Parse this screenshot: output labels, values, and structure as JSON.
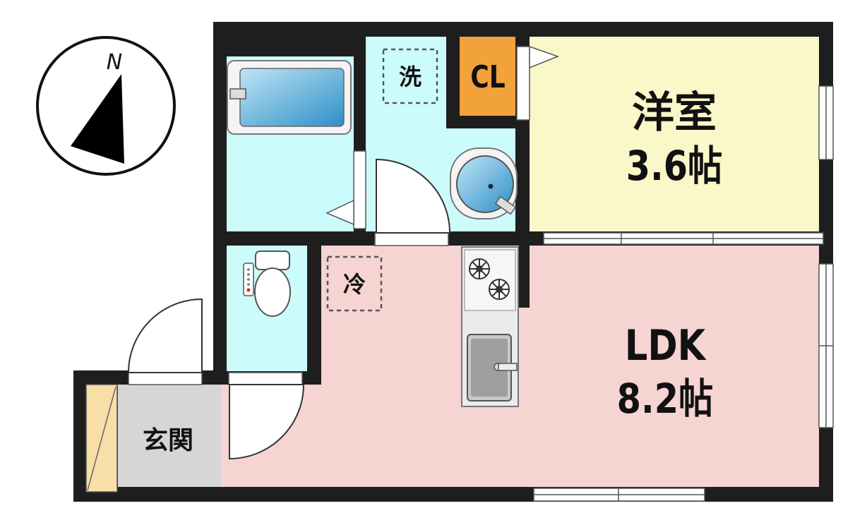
{
  "compass": {
    "north_label": "N",
    "icon": "north-arrow-icon"
  },
  "rooms": {
    "western_room": {
      "name": "洋室",
      "size": "3.6帖",
      "color": "#FAF7C8"
    },
    "ldk": {
      "name": "LDK",
      "size": "8.2帖",
      "color": "#F5D4D2"
    },
    "entrance": {
      "name": "玄関",
      "color": "#D6D6D6"
    },
    "closet": {
      "name": "CL",
      "color": "#F2A23A"
    },
    "wet_area_color": "#CCFBFB"
  },
  "fixtures": {
    "washer": "洗",
    "fridge": "冷"
  },
  "colors": {
    "wall": "#1E1E1E",
    "shoebox": "#F8DFA8"
  }
}
